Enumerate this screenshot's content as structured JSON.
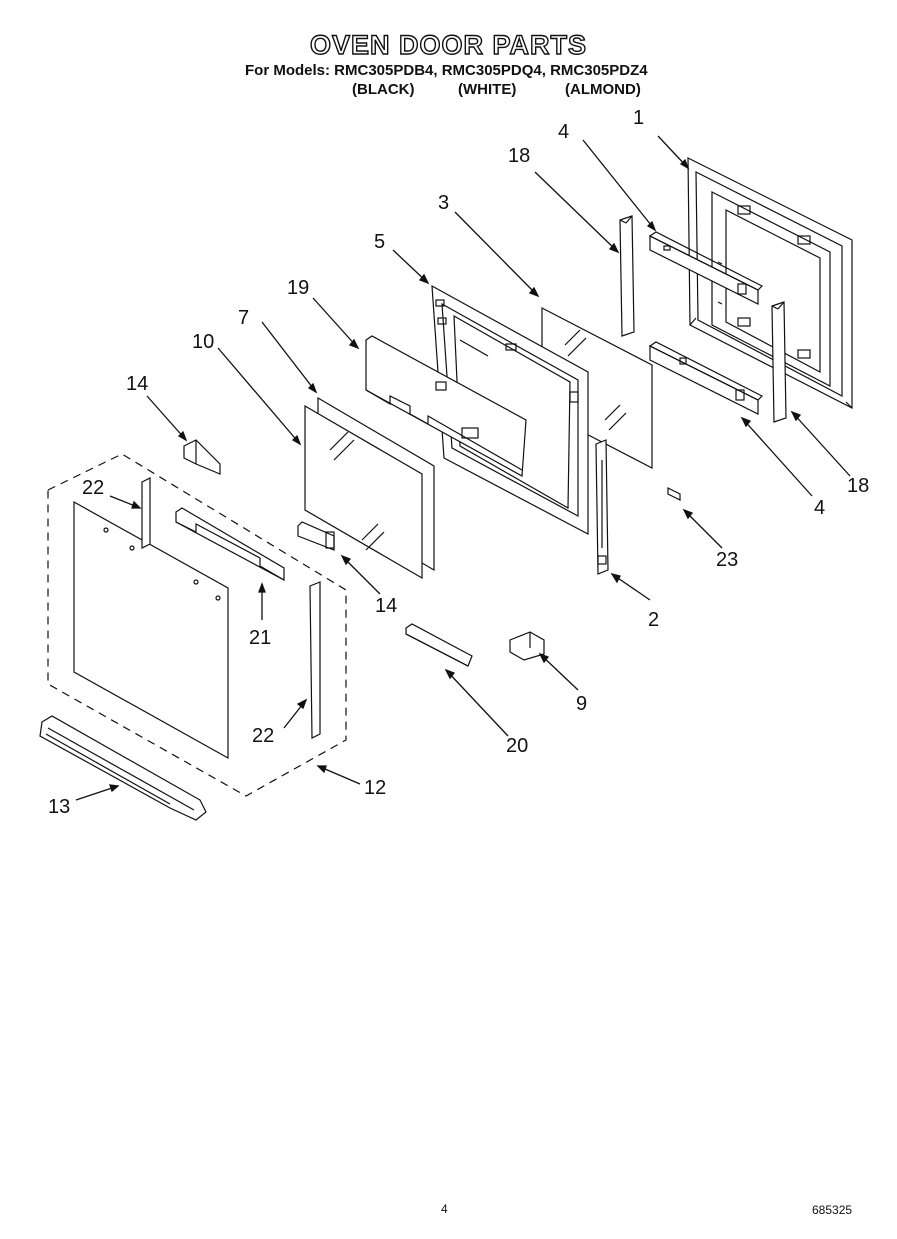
{
  "header": {
    "title": "OVEN DOOR PARTS",
    "models": "For Models: RMC305PDB4, RMC305PDQ4, RMC305PDZ4",
    "colors": [
      "(BLACK)",
      "(WHITE)",
      "(ALMOND)"
    ]
  },
  "callouts": {
    "c1": "1",
    "c2": "2",
    "c3": "3",
    "c4a": "4",
    "c4b": "4",
    "c5": "5",
    "c7": "7",
    "c9": "9",
    "c10": "10",
    "c12": "12",
    "c13": "13",
    "c14a": "14",
    "c14b": "14",
    "c18a": "18",
    "c18b": "18",
    "c19": "19",
    "c20": "20",
    "c21": "21",
    "c22a": "22",
    "c22b": "22",
    "c23": "23"
  },
  "footer": {
    "page": "4",
    "doc_number": "685325"
  }
}
